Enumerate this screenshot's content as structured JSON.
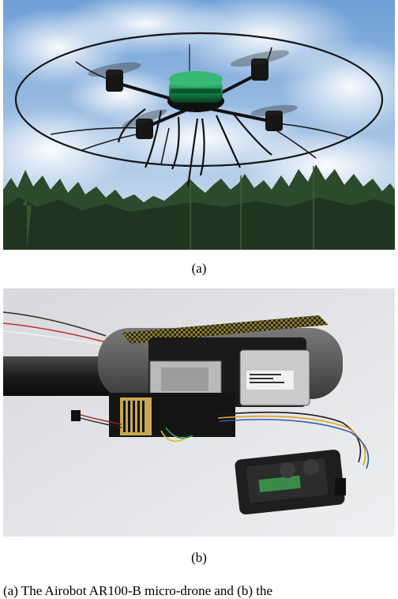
{
  "figures": [
    {
      "label": "(a)",
      "subject": "quadcopter"
    },
    {
      "label": "(b)",
      "subject": "sensor-module"
    }
  ],
  "body_text": "(a) The Airobot AR100-B micro-drone and (b) the"
}
